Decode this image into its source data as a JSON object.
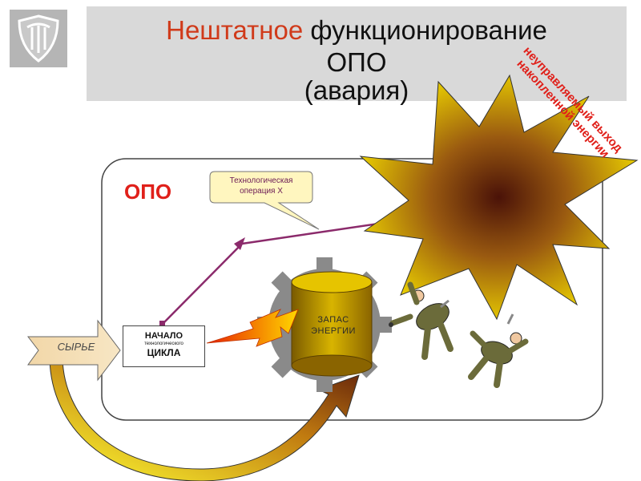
{
  "title": {
    "accent_word": "Нештатное",
    "rest_line1": " функционирование",
    "line2": "ОПО",
    "line3": "(авария)"
  },
  "diagram": {
    "opo_label": "ОПО",
    "callout_line1": "Технологическая",
    "callout_line2": "операция Х",
    "input_label": "СЫРЬЕ",
    "start_line1": "НАЧАЛО",
    "start_line2": "технологического",
    "start_line3": "ЦИКЛА",
    "energy_line1": "ЗАПАС",
    "energy_line2": "ЭНЕРГИИ",
    "uncontrolled_line1": "неуправляемый выход",
    "uncontrolled_line2": "накопленной энергии"
  },
  "colors": {
    "title_accent": "#d03a1a",
    "opo_label": "#e0201a",
    "arrow_purple": "#8b2a6b",
    "explosion_outer": "#e8d200",
    "explosion_inner": "#5a1a10",
    "tank": "#c8a200"
  }
}
